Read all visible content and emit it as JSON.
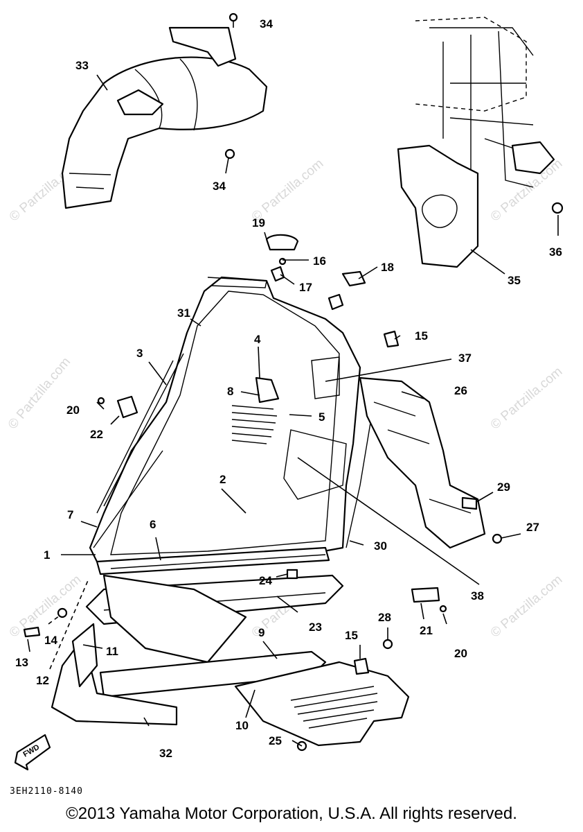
{
  "diagram": {
    "diagram_code": "3EH2110-8140",
    "fwd_label": "FWD",
    "watermark": "© Partzilla.com",
    "copyright": "©2013  Yamaha Motor Corporation, U.S.A. All rights reserved.",
    "callouts": [
      "1",
      "2",
      "3",
      "4",
      "5",
      "6",
      "7",
      "8",
      "9",
      "10",
      "11",
      "12",
      "13",
      "14",
      "15",
      "15",
      "16",
      "17",
      "18",
      "19",
      "20",
      "20",
      "21",
      "22",
      "23",
      "24",
      "25",
      "26",
      "27",
      "28",
      "29",
      "30",
      "31",
      "32",
      "33",
      "34",
      "34",
      "35",
      "36",
      "37",
      "38"
    ]
  }
}
